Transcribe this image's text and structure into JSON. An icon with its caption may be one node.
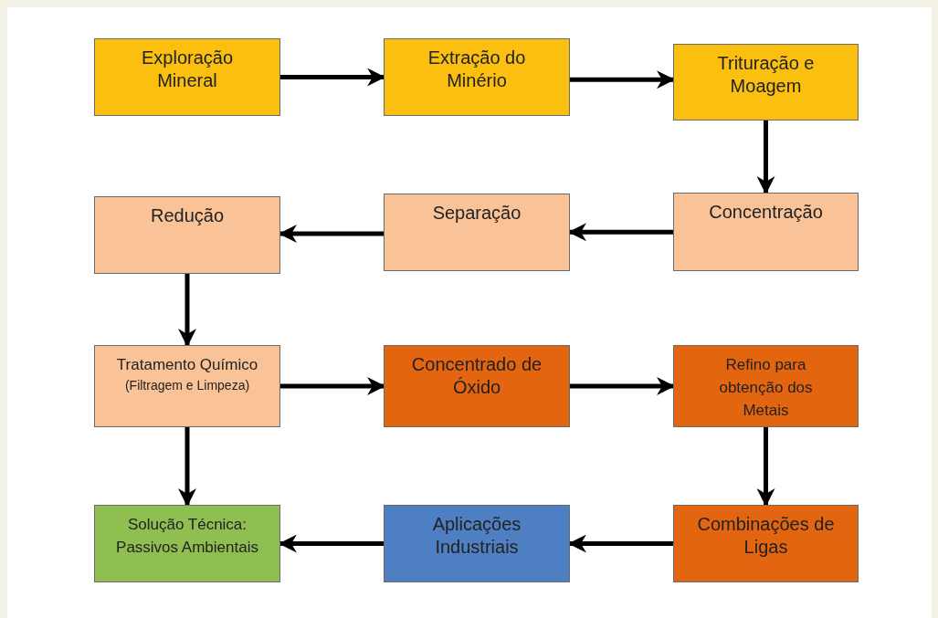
{
  "diagram": {
    "nodes": [
      {
        "text": [
          "Exploração Mineral"
        ]
      },
      {
        "text": [
          "Extração do Minério"
        ]
      },
      {
        "text": [
          "Trituração e Moagem"
        ]
      },
      {
        "text": [
          "Redução"
        ]
      },
      {
        "text": [
          "Separação"
        ]
      },
      {
        "text": [
          "Concentração"
        ]
      },
      {
        "text": [
          "Tratamento Químico",
          "(Filtragem e Limpeza)"
        ]
      },
      {
        "text": [
          "Concentrado de Óxido"
        ]
      },
      {
        "text": [
          "Refino para obtenção dos Metais"
        ]
      },
      {
        "text": [
          "Solução Técnica: Passivos Ambientais"
        ]
      },
      {
        "text": [
          "Aplicações Industriais"
        ]
      },
      {
        "text": [
          "Combinações de Ligas"
        ]
      }
    ],
    "edges": [
      {
        "from": 0,
        "to": 1,
        "arrow": "to"
      },
      {
        "from": 1,
        "to": 2,
        "arrow": "to"
      },
      {
        "from": 2,
        "to": 5,
        "arrow": "to"
      },
      {
        "from": 5,
        "to": 4,
        "arrow": "to"
      },
      {
        "from": 4,
        "to": 3,
        "arrow": "to"
      },
      {
        "from": 3,
        "to": 6,
        "arrow": "to"
      },
      {
        "from": 6,
        "to": 7,
        "arrow": "to"
      },
      {
        "from": 7,
        "to": 8,
        "arrow": "to"
      },
      {
        "from": 8,
        "to": 11,
        "arrow": "to"
      },
      {
        "from": 11,
        "to": 10,
        "arrow": "to"
      },
      {
        "from": 10,
        "to": 9,
        "arrow": "to"
      },
      {
        "from": 6,
        "to": 9,
        "arrow": "to"
      }
    ]
  }
}
